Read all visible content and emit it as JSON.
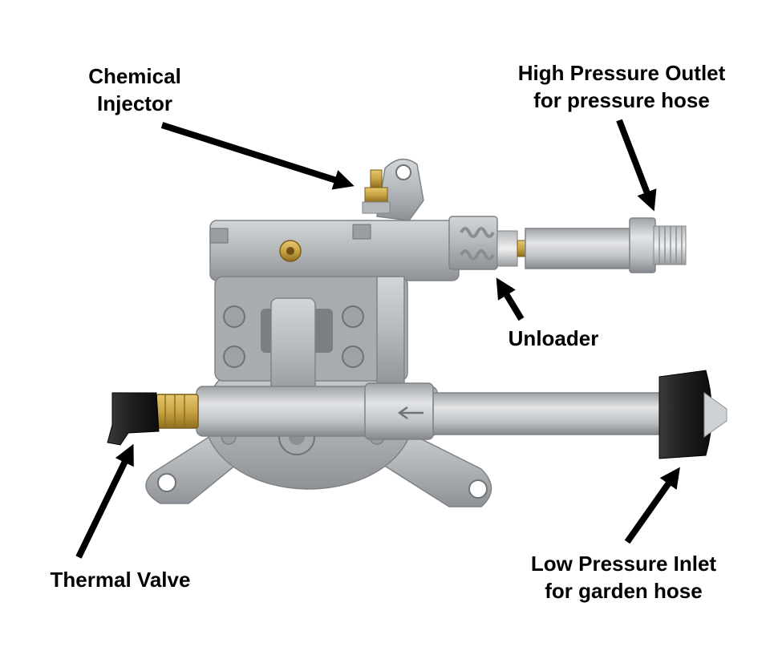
{
  "diagram": {
    "subject": "pressure-washer-pump",
    "labels": {
      "chemical_injector": {
        "line1": "Chemical",
        "line2": "Injector"
      },
      "high_pressure_outlet": {
        "line1": "High Pressure Outlet",
        "line2": "for pressure hose"
      },
      "unloader": {
        "line1": "Unloader"
      },
      "thermal_valve": {
        "line1": "Thermal Valve"
      },
      "low_pressure_inlet": {
        "line1": "Low Pressure Inlet",
        "line2": "for garden hose"
      }
    },
    "colors": {
      "text": "#000000",
      "arrow": "#000000",
      "aluminum": "#b9bcbf",
      "aluminum_dark": "#8e9296",
      "steel": "#cfd2d4",
      "brass": "#c9a544",
      "rubber": "#1e1e1e",
      "background": "#ffffff"
    }
  }
}
